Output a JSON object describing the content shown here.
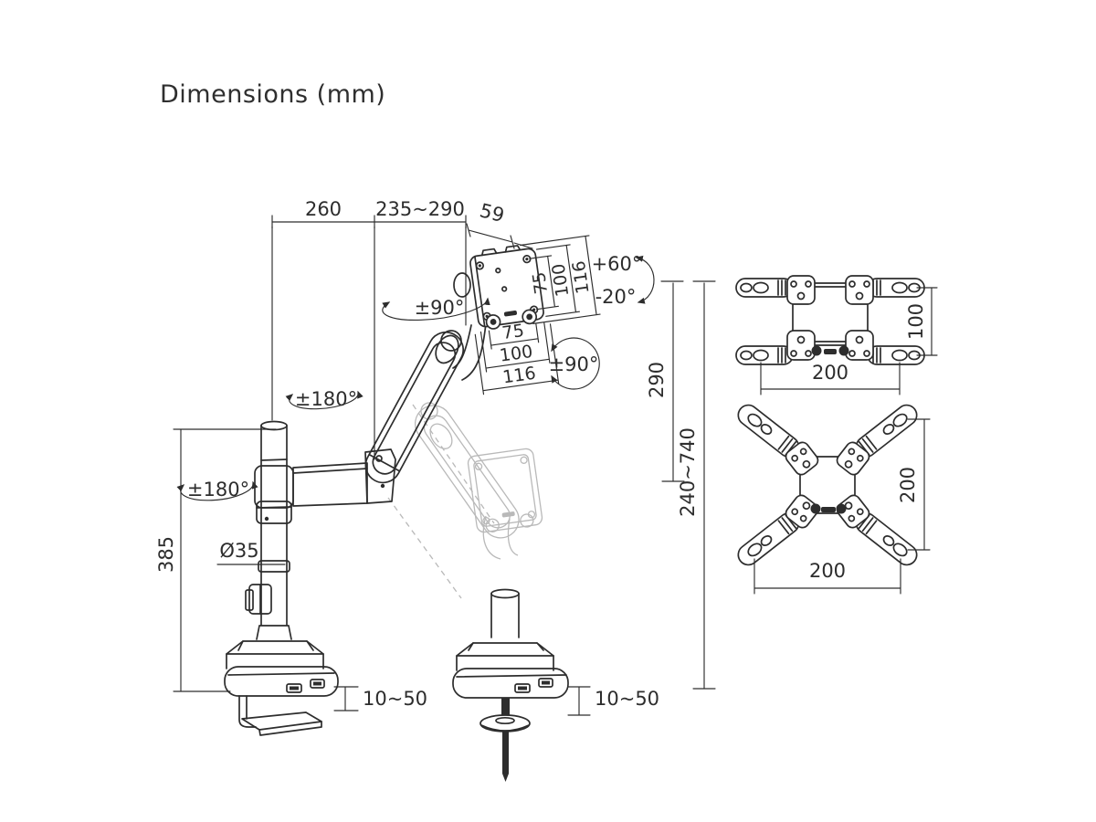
{
  "title": "Dimensions (mm)",
  "main_view": {
    "reach_rear": "260",
    "reach_front": "235~290",
    "head_offset": "59",
    "vesa_side": {
      "d1": "75",
      "d2": "100",
      "d3": "116"
    },
    "vesa_bottom": {
      "d1": "75",
      "d2": "100",
      "d3": "116"
    },
    "arm_swivel": "±90°",
    "arm_rotate": "±180°",
    "base_rotate": "±180°",
    "tilt_up": "+60°",
    "tilt_down": "-20°",
    "head_rotate": "±90°",
    "pole_height": "385",
    "pole_diameter": "Ø35",
    "gas_lift_range": "290",
    "height_range": "240~740",
    "clamp_range_left": "10~50",
    "clamp_range_right": "10~50"
  },
  "adapters": {
    "bar": {
      "height": "100",
      "width": "200"
    },
    "cross": {
      "height": "200",
      "width": "200"
    }
  },
  "colors": {
    "line": "#2d2d2d",
    "ghost": "#b9b9b9",
    "background": "#ffffff"
  }
}
